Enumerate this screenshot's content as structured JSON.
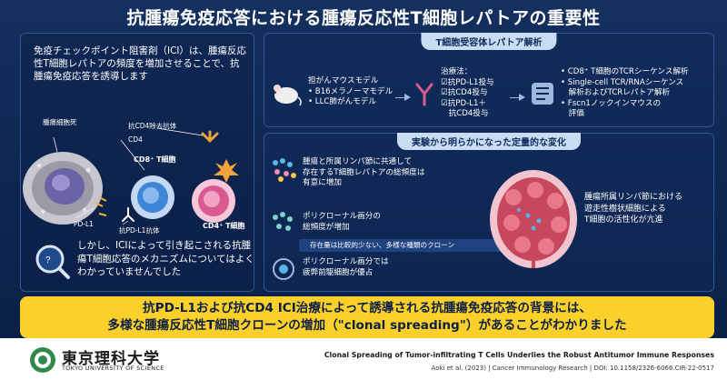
{
  "title": "抗腫瘍免疫応答における腫瘍反応性T細胞レパトアの重要性",
  "left": {
    "intro": "免疫チェックポイント阻害剤（ICI）は、腫瘍反応性T細胞レパトアの頻度を増加させることで、抗腫瘍免疫応答を誘導します",
    "labels": {
      "tumor_cell": "腫瘍細胞死",
      "anti_cd4": "抗CD4除去抗体",
      "cd4": "CD4",
      "cd8_t": "CD8⁺ T細胞",
      "cd4_t": "CD4⁺ T細胞",
      "pdl1": "PD-L1",
      "anti_pdl1": "抗PD-L1抗体"
    },
    "bottom": "しかし、ICIによって引き起こされる抗腫瘍T細胞応答のメカニズムについてはよくわかっていませんでした"
  },
  "top_panel": {
    "tag": "T細胞受容体レパトア解析",
    "models": [
      "担がんマウスモデル",
      "• B16メラノーマモデル",
      "• LLC肺がんモデル"
    ],
    "treatment": [
      "治療法：",
      "☑抗PD-L1投与",
      "☑抗CD4投与",
      "☑抗PD-L1＋",
      "　抗CD4投与"
    ],
    "analysis": [
      "• CD8⁺ T細胞のTCRシーケンス解析",
      "• Single-cell TCR/RNAシーケンス",
      "　解析およびTCRレパトア解析",
      "• Fscn1ノックインマウスの",
      "　評価"
    ]
  },
  "bottom_panel": {
    "tag": "実験から明らかになった定量的な変化",
    "finding1": [
      "腫瘍と所属リンパ節に共通して",
      "存在するT細胞レパトアの総頻度は",
      "有意に増加"
    ],
    "finding2": [
      "ポリクローナル画分の",
      "総頻度が増加"
    ],
    "note": "存在量は比較的少ない、多様な種類のクローン",
    "finding3": [
      "ポリクローナル画分では",
      "疲弊前駆細胞が優占"
    ],
    "right_desc": [
      "腫瘍所属リンパ節における",
      "遊走性樹状細胞による",
      "T細胞の活性化が亢進"
    ]
  },
  "banner": {
    "line1": "抗PD-L1および抗CD4 ICI治療によって誘導される抗腫瘍免疫応答の背景には、",
    "line2": "多様な腫瘍反応性T細胞クローンの増加（\"clonal spreading\"）があることがわかりました"
  },
  "footer": {
    "logo_name": "東京理科大学",
    "logo_en": "TOKYO UNIVERSITY OF SCIENCE",
    "ref_title": "Clonal Spreading of Tumor-infiltrating T Cells Underlies the Robust Antitumor Immune Responses",
    "ref_sub": "Aoki et al. (2023)  |  Cancer Immunology Research  |  DOI: 10.1158/2326-6066.CIR-22-0517"
  }
}
